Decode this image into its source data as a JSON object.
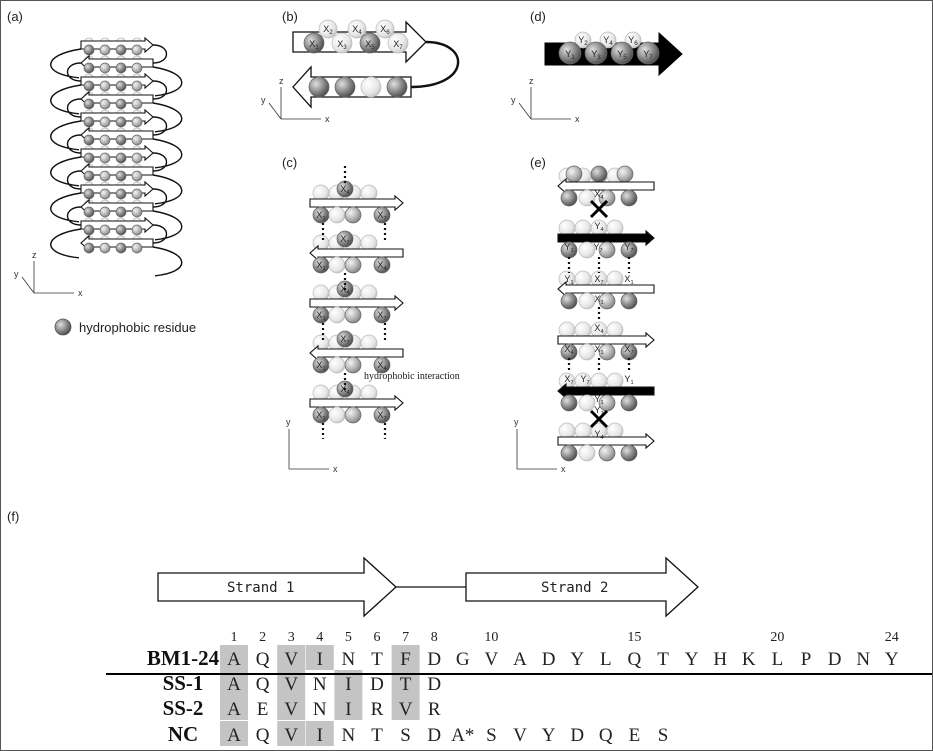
{
  "panels": {
    "a": "(a)",
    "b": "(b)",
    "c": "(c)",
    "d": "(d)",
    "e": "(e)",
    "f": "(f)"
  },
  "axes": {
    "x": "x",
    "y": "y",
    "z": "z"
  },
  "legend": {
    "hydrophobic": "hydrophobic residue"
  },
  "annotation": {
    "hydrophobic_interaction": "hydrophobic interaction"
  },
  "panel_b_labels": {
    "top": [
      "X2",
      "X4",
      "X6"
    ],
    "bottom": [
      "X1",
      "X3",
      "X5",
      "X7"
    ]
  },
  "panel_d_labels": {
    "top": [
      "Y2",
      "Y4",
      "Y6"
    ],
    "bottom": [
      "Y1",
      "Y3",
      "Y5",
      "Y7"
    ]
  },
  "panel_c_labels": [
    "X4",
    "X1",
    "X7",
    "X7",
    "X1",
    "X4",
    "X4",
    "X1",
    "X7",
    "X7",
    "X1",
    "X4",
    "X4",
    "X1",
    "X7"
  ],
  "panel_e_labels": [
    "X4",
    "Y4",
    "Y1",
    "Y7",
    "Y7",
    "Y1",
    "X7",
    "X1",
    "X1",
    "X4",
    "X4",
    "X1",
    "X7",
    "X7",
    "Y7",
    "Y1",
    "Y1",
    "Y7",
    "Y4",
    "X4"
  ],
  "strands": {
    "strand1": "Strand 1",
    "strand2": "Strand 2"
  },
  "sequence": {
    "positions": [
      "1",
      "2",
      "3",
      "4",
      "5",
      "6",
      "7",
      "8",
      "10",
      "15",
      "20",
      "24"
    ],
    "rows": [
      {
        "name": "BM1-24",
        "residues": [
          "A",
          "Q",
          "V",
          "I",
          "N",
          "T",
          "F",
          "D",
          "G",
          "V",
          "A",
          "D",
          "Y",
          "L",
          "Q",
          "T",
          "Y",
          "H",
          "K",
          "L",
          "P",
          "D",
          "N",
          "Y"
        ]
      },
      {
        "name": "SS-1",
        "residues": [
          "A",
          "Q",
          "V",
          "N",
          "I",
          "D",
          "T",
          "D"
        ]
      },
      {
        "name": "SS-2",
        "residues": [
          "A",
          "E",
          "V",
          "N",
          "I",
          "R",
          "V",
          "R"
        ]
      },
      {
        "name": "NC",
        "residues": [
          "A",
          "Q",
          "V",
          "I",
          "N",
          "T",
          "S",
          "D",
          "A*",
          "S",
          "V",
          "Y",
          "D",
          "Q",
          "E",
          "S"
        ]
      }
    ]
  },
  "colors": {
    "shade": "#c4c4c4",
    "dark_sphere": "#8a8a8a",
    "light_sphere": "#e4e4e4",
    "black": "#000000"
  }
}
